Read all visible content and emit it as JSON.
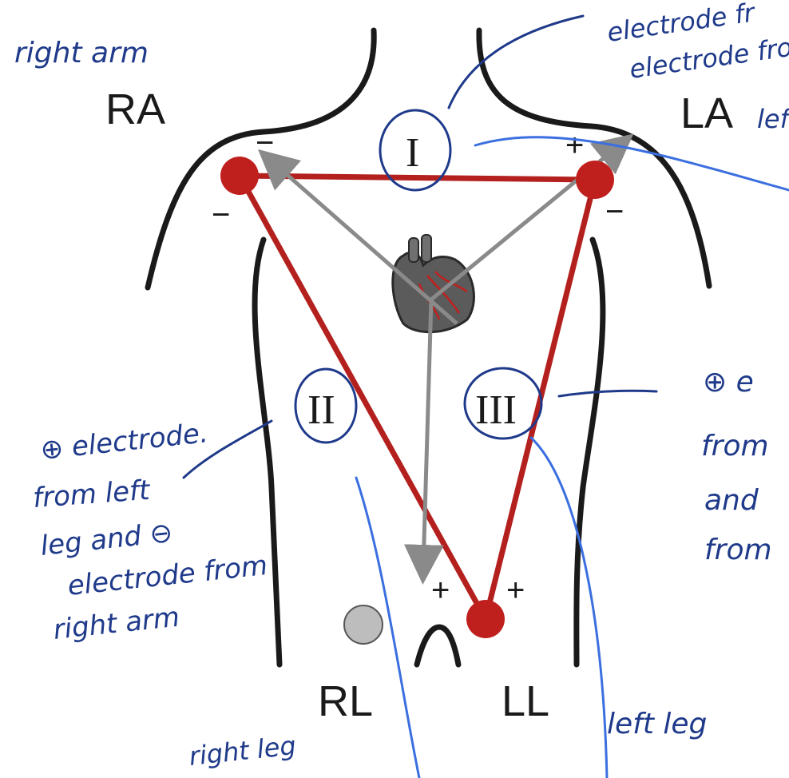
{
  "electrodes": {
    "ra": "RA",
    "la": "LA",
    "rl": "RL",
    "ll": "LL"
  },
  "leads": {
    "lead1": "I",
    "lead2": "II",
    "lead3": "III"
  },
  "signs": {
    "minus": "−",
    "plus": "+"
  },
  "annotations": {
    "right_arm": "right arm",
    "left_arm_partial": "lef",
    "lead1_top_partial": "electrode fr",
    "lead1_mid_partial": "electrode fro",
    "lead2_line1": "⊕ electrode.",
    "lead2_line2": "from left",
    "lead2_line3": "leg and ⊖",
    "lead2_line4": "electrode from",
    "lead2_line5": "right arm",
    "lead3_line1": "⊕ e",
    "lead3_line2": "from",
    "lead3_line3": "and",
    "lead3_line4": "from",
    "right_leg": "right leg",
    "left_leg": "left leg"
  },
  "colors": {
    "triangle": "#b3201e",
    "electrode": "#c0201d",
    "vector": "#8a8a8a",
    "ink_dark": "#1f3a8a",
    "ink_light": "#3b6fe0",
    "ground": "#bdbdbd"
  }
}
